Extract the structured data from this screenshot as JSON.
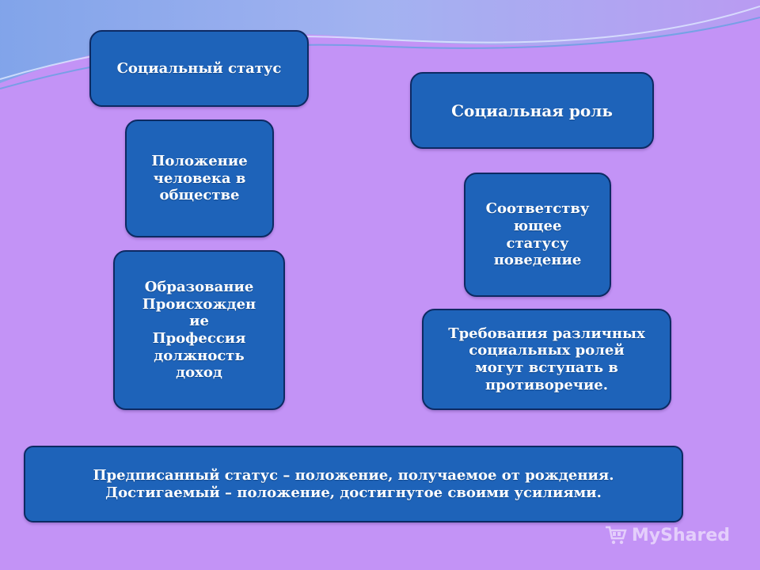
{
  "boxes": {
    "social_status": "Социальный статус",
    "social_role": "Социальная роль",
    "status_definition": "Положение\nчеловека в\nобществе",
    "role_definition": "Соответству\nющее\nстатусу\nповедение",
    "status_factors": "Образование\nПроисхожден\nие\nПрофессия\nдолжность\nдоход",
    "role_conflict": "Требования различных\nсоциальных ролей\nмогут вступать в\nпротиворечие.",
    "status_types": "Предписанный статус – положение, получаемое от рождения.\nДостигаемый – положение, достигнутое своими усилиями."
  },
  "watermark": {
    "text": "MyShared",
    "icon": "shopping-cart-logo-icon"
  },
  "colors": {
    "background": "#c393f6",
    "box_fill": "#1e63b9",
    "box_border": "#0d2a63"
  }
}
